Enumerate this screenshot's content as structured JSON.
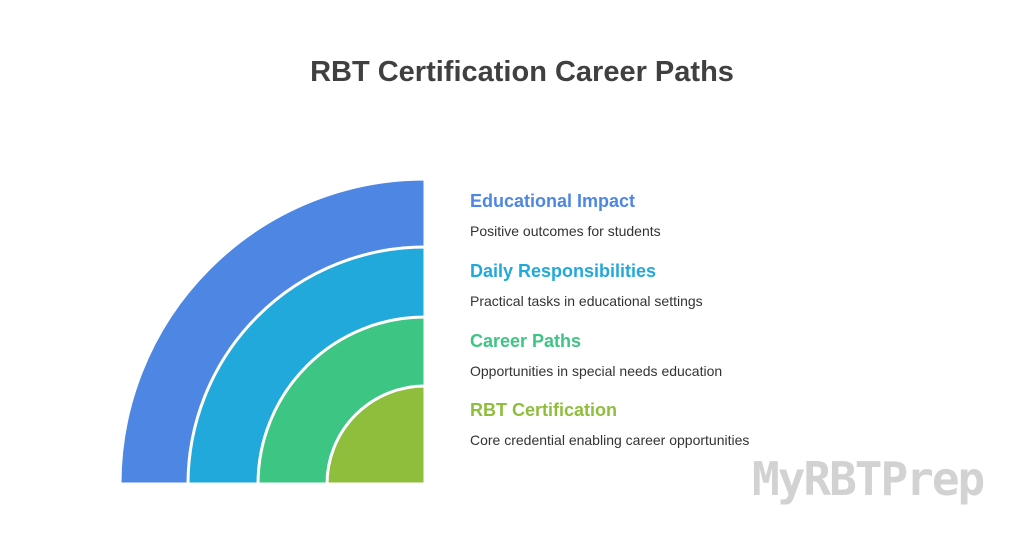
{
  "title": "RBT Certification Career Paths",
  "colors": {
    "educational_impact": "#4e86e4",
    "daily_responsibilities": "#21a9db",
    "career_paths": "#3dc584",
    "rbt_certification": "#8fbe3c"
  },
  "layers": [
    {
      "title": "Educational Impact",
      "description": "Positive outcomes for students",
      "color": "#4e86e4"
    },
    {
      "title": "Daily Responsibilities",
      "description": "Practical tasks in educational settings",
      "color": "#21a9db"
    },
    {
      "title": "Career Paths",
      "description": "Opportunities in special needs education",
      "color": "#3dc584"
    },
    {
      "title": "RBT Certification",
      "description": "Core credential enabling career opportunities",
      "color": "#8fbe3c"
    }
  ],
  "watermark": "MyRBTPrep"
}
